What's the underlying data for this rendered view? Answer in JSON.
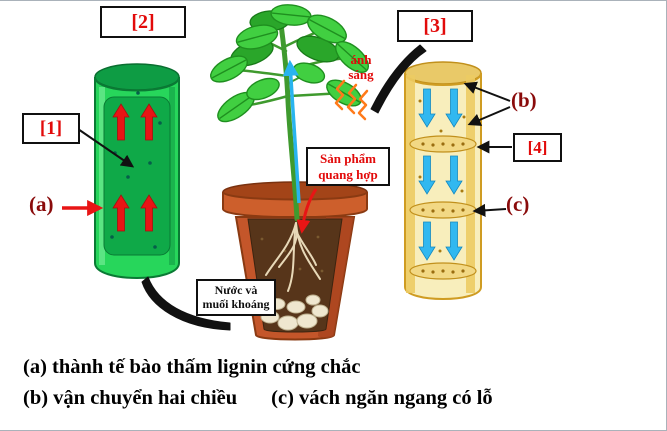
{
  "diagram": {
    "boxes": {
      "b2": "[2]",
      "b3": "[3]",
      "b1": "[1]",
      "b4": "[4]"
    },
    "pointers": {
      "a": "(a)",
      "b": "(b)",
      "c": "(c)"
    },
    "light": "ánh sáng",
    "photosynthesis_box": "Sản phẩm quang hợp",
    "water_box": "Nước và muối khoáng"
  },
  "captions": {
    "a": "(a) thành tế bào thấm lignin cứng chắc",
    "b": "(b) vận chuyển hai chiều",
    "c": "(c) vách ngăn ngang có lỗ"
  },
  "colors": {
    "xylem_green": "#27d65b",
    "xylem_interior": "#0fa948",
    "red_up_arrow": "#e81515",
    "phloem_cream": "#f8eebc",
    "phloem_wall": "#eccb63",
    "blue_down_arrow": "#31b8f0",
    "pot_terracotta": "#c4562a",
    "soil_brown": "#57351a",
    "label_red": "#e20a0a",
    "pointer_dark_red": "#8a0b0b",
    "light_ray_orange": "#ff7a1a"
  }
}
